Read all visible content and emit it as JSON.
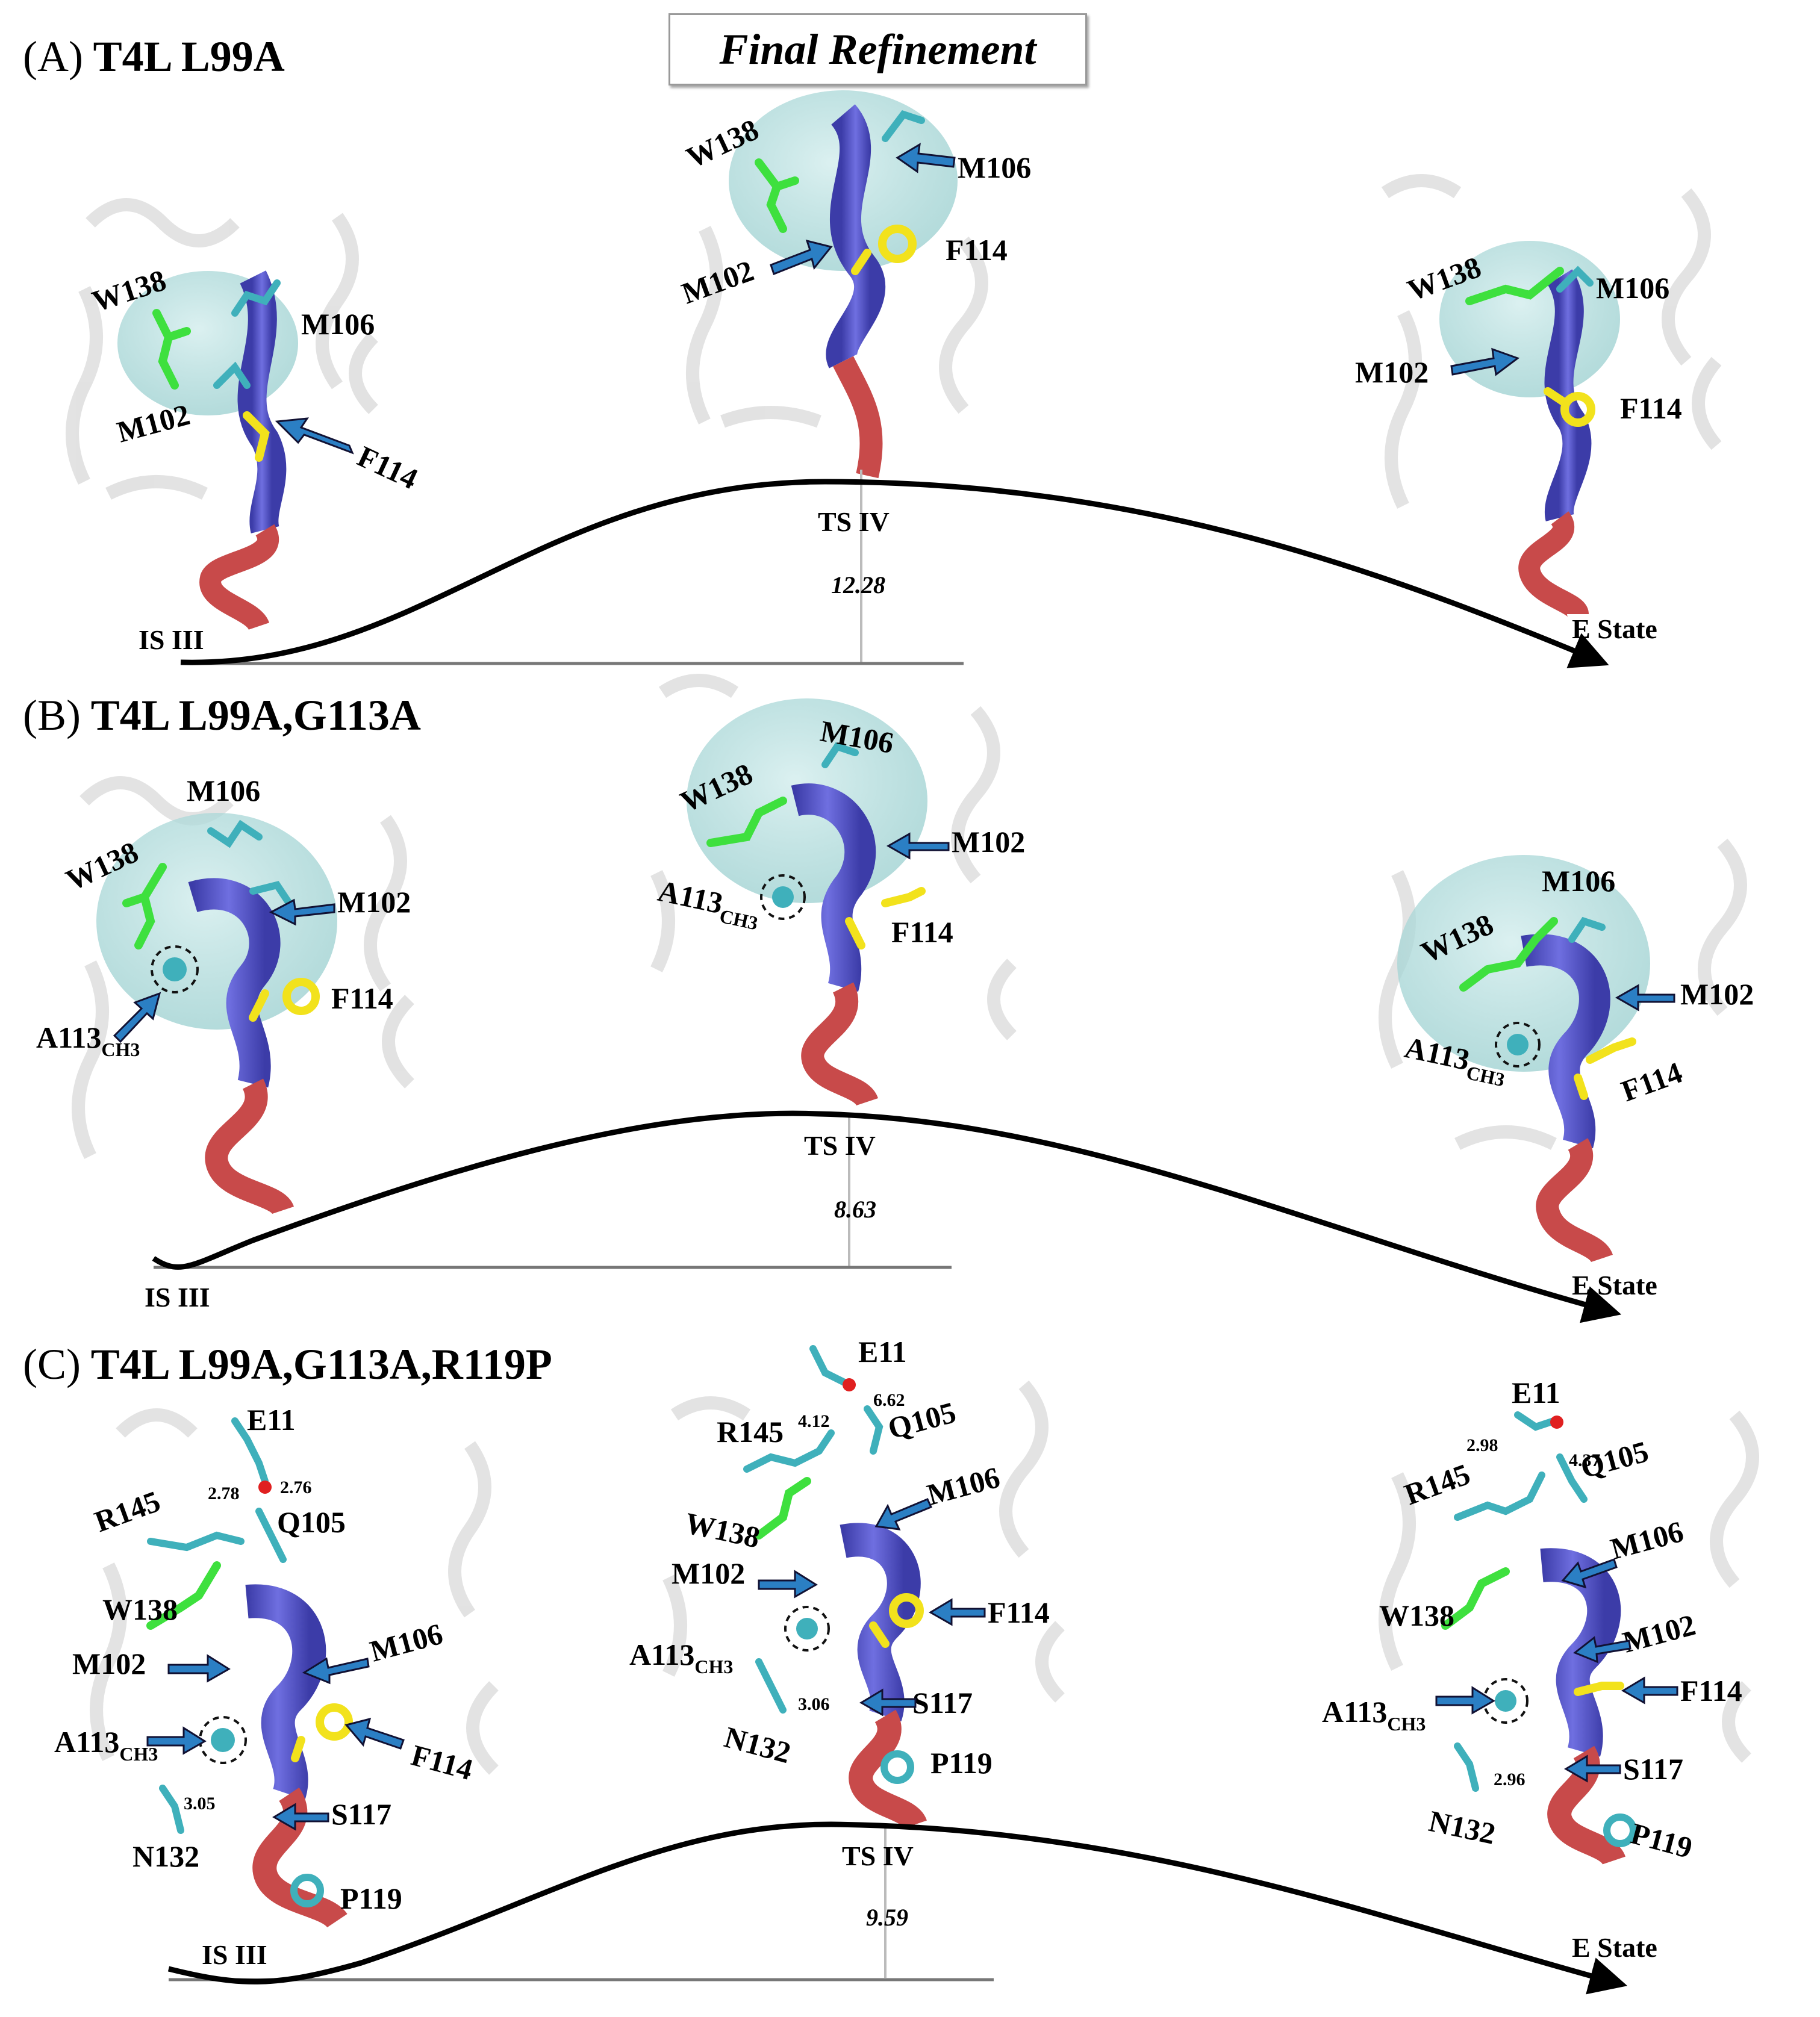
{
  "figure": {
    "refinement_label": "Final Refinement",
    "panels": [
      {
        "title_prefix": "(A)",
        "title_name": "T4L L99A",
        "left_state": "IS III",
        "ts_label": "TS IV",
        "barrier": "12.28",
        "right_state": "E State",
        "left_residues": [
          "W138",
          "M106",
          "M102",
          "F114"
        ],
        "mid_residues": [
          "W138",
          "M106",
          "M102",
          "F114"
        ],
        "right_residues": [
          "W138",
          "M106",
          "M102",
          "F114"
        ]
      },
      {
        "title_prefix": "(B)",
        "title_name": "T4L L99A,G113A",
        "left_state": "IS III",
        "ts_label": "TS IV",
        "barrier": "8.63",
        "right_state": "E State",
        "left_residues": [
          "M106",
          "W138",
          "M102",
          "F114"
        ],
        "mid_residues": [
          "M106",
          "W138",
          "M102",
          "F114"
        ],
        "right_residues": [
          "M106",
          "W138",
          "M102",
          "F114"
        ],
        "a113_main": "A113",
        "a113_sub": "CH3"
      },
      {
        "title_prefix": "(C)",
        "title_name": "T4L L99A,G113A,R119P",
        "left_state": "IS III",
        "ts_label": "TS IV",
        "barrier": "9.59",
        "right_state": "E State",
        "left_residues": [
          "E11",
          "R145",
          "Q105",
          "W138",
          "M102",
          "M106",
          "F114",
          "S117",
          "N132",
          "P119"
        ],
        "mid_residues": [
          "E11",
          "R145",
          "Q105",
          "M106",
          "W138",
          "M102",
          "F114",
          "S117",
          "N132",
          "P119"
        ],
        "right_residues": [
          "E11",
          "R145",
          "Q105",
          "M106",
          "W138",
          "M102",
          "F114",
          "S117",
          "N132",
          "P119"
        ],
        "a113_main": "A113",
        "a113_sub": "CH3",
        "left_distances": [
          "2.78",
          "2.76",
          "3.05"
        ],
        "mid_distances": [
          "4.12",
          "6.62",
          "3.06"
        ],
        "right_distances": [
          "2.98",
          "4.37",
          "2.96"
        ]
      }
    ]
  },
  "colors": {
    "helix_blue": "#5a5ad2",
    "helix_red": "#c84a4a",
    "pocket": "#a8d8d8",
    "arrow": "#2b7fc4",
    "trp_green": "#3ee03e",
    "phe_yellow": "#f2e21c",
    "carbon_cyan": "#3fb0bb",
    "path": "#000000",
    "baseline": "#777777"
  }
}
